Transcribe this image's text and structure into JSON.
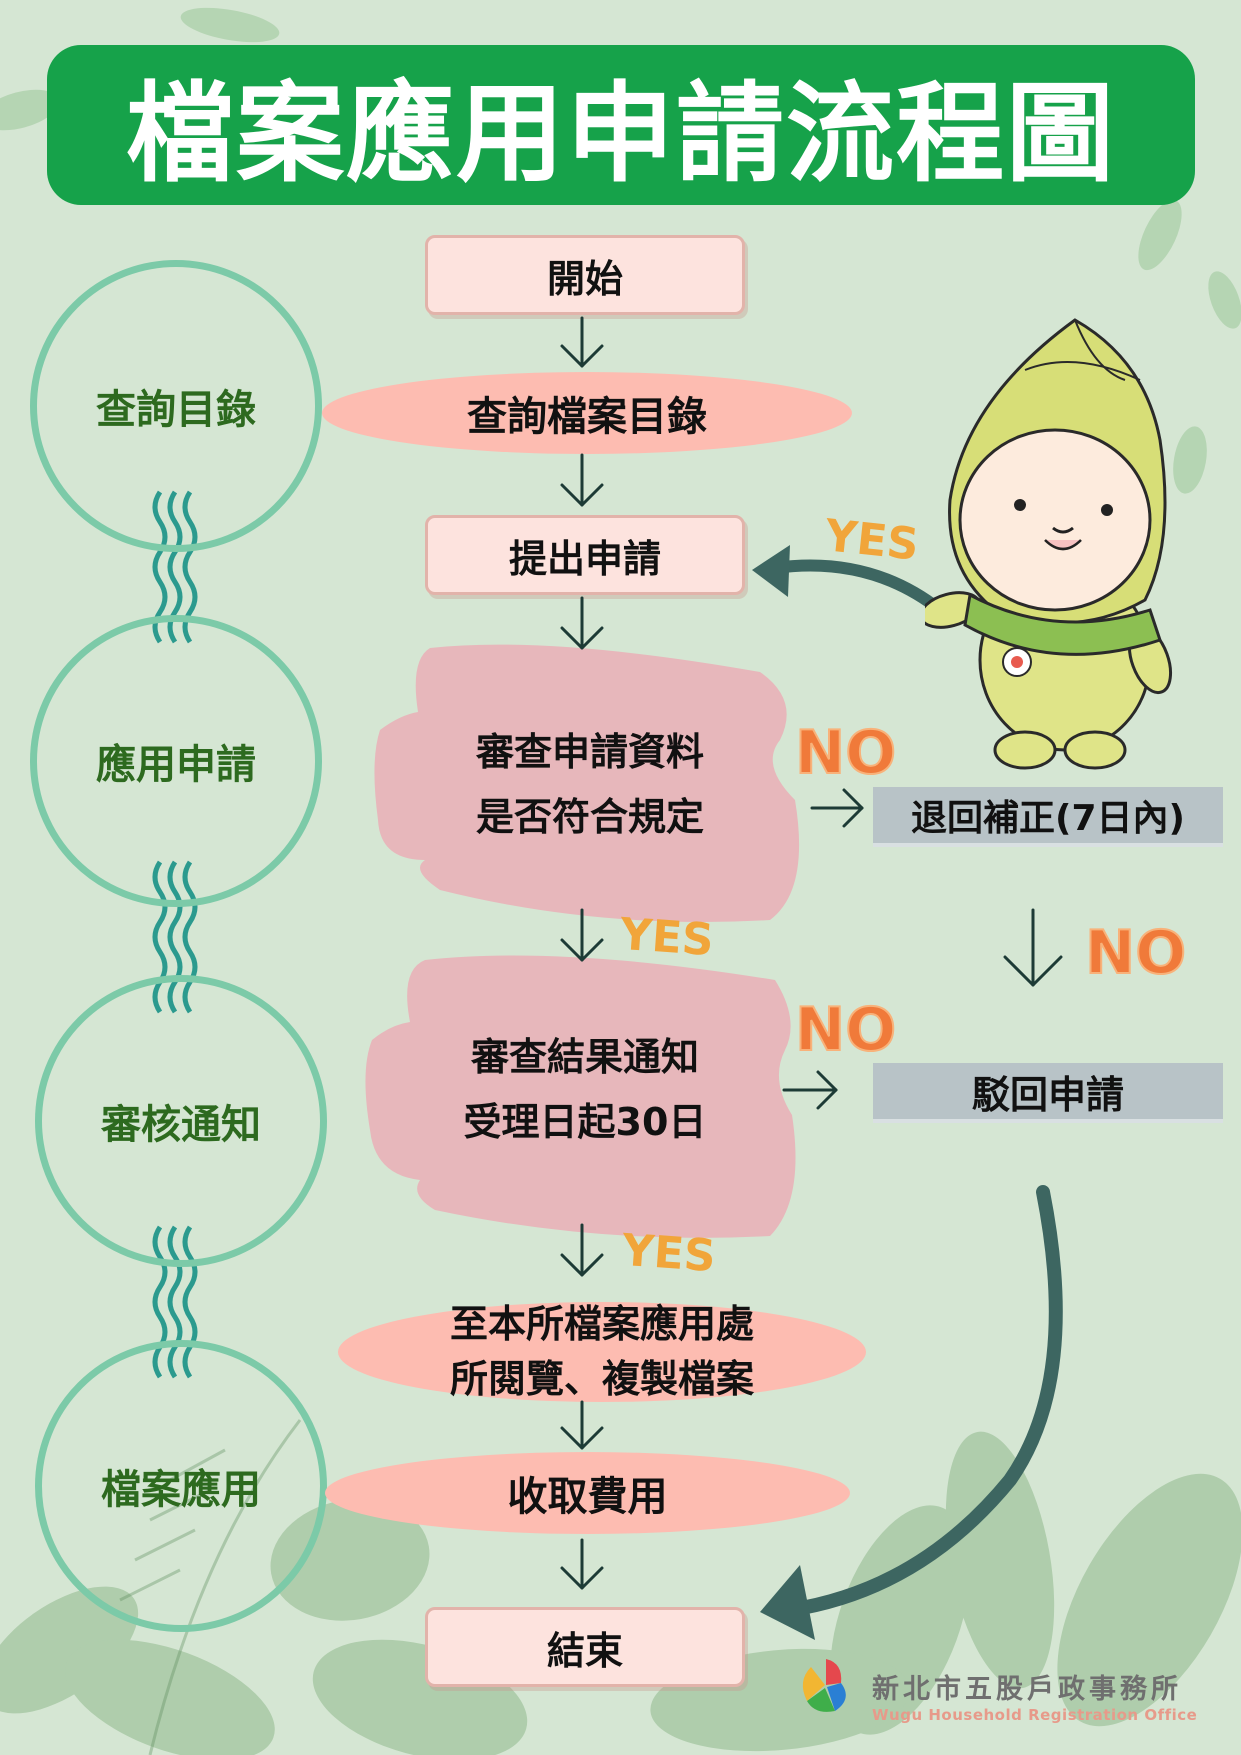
{
  "title": "檔案應用申請流程圖",
  "stages": [
    {
      "label": "查詢目錄"
    },
    {
      "label": "應用申請"
    },
    {
      "label": "審核通知"
    },
    {
      "label": "檔案應用"
    }
  ],
  "flow": {
    "start": "開始",
    "search_catalog": "查詢檔案目錄",
    "submit": "提出申請",
    "review_line1": "審查申請資料",
    "review_line2": "是否符合規定",
    "notify_line1": "審查結果通知",
    "notify_line2": "受理日起30日",
    "view_line1": "至本所檔案應用處",
    "view_line2": "所閱覽、複製檔案",
    "fee": "收取費用",
    "end": "結束",
    "return": "退回補正(7日內)",
    "reject": "駁回申請"
  },
  "labels": {
    "yes": "YES",
    "no": "NO"
  },
  "logo": {
    "name_cn": "新北市五股戶政事務所",
    "name_en": "Wugu Household Registration Office"
  },
  "colors": {
    "title_banner": "#16a24a",
    "background": "#d5e6d3",
    "stage_circle": "#7ccaa8",
    "stage_text": "#2d6a1f",
    "rect_node": "#fde3de",
    "oval_node": "#fdbcb1",
    "review_blob": "#e7b7bb",
    "grey_box": "#b8c3c7",
    "arrow": "#1d3b36",
    "curve_arrow": "#3d6661",
    "yes_text": "#f1a53a",
    "no_text": "#f07a3a"
  }
}
